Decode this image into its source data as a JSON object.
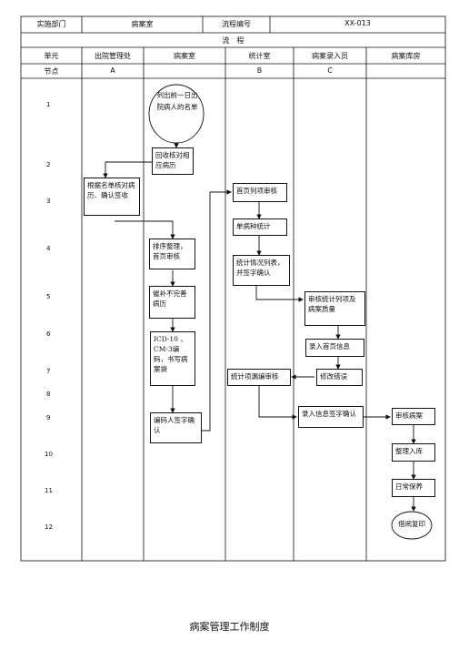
{
  "header": {
    "dept_label": "实施部门",
    "dept_value": "病案室",
    "process_no_label": "流程编号",
    "process_no_value": "XX-013"
  },
  "section_title": "流　程",
  "columns": {
    "unit_label": "单元",
    "node_label": "节点",
    "lanes": [
      {
        "name": "出院管理处",
        "node": "A"
      },
      {
        "name": "病案室",
        "node": ""
      },
      {
        "name": "统计室",
        "node": "B"
      },
      {
        "name": "病案录入员",
        "node": "C"
      },
      {
        "name": "病案库房",
        "node": ""
      }
    ]
  },
  "steps": [
    "1",
    "2",
    "3",
    "4",
    "5",
    "6",
    "7",
    "8",
    "9",
    "10",
    "11",
    "12"
  ],
  "nodes": {
    "list_discharged": "列出前一日出院病人的名单",
    "collect_records": "回收核对相应病历",
    "check_list": "根据名单核对病历、确认签收",
    "sort_check": "排序整理，首页审核",
    "fill_incomplete": "催补不完善病历",
    "icd_coding": "ICD-10 、CM-3编码，书写病案袋",
    "coder_sign": "编码人签字确认",
    "front_page_review": "首页列项审核",
    "disease_stats": "单病种统计",
    "stats_report": "统计情况列表，并签字确认",
    "review_quality": "审核统计列项及病案质量",
    "enter_front_page": "录入首页信息",
    "fix_errors": "修改错误",
    "stats_miss_review": "统计项漏编审核",
    "entry_sign": "录入信息签字确认",
    "audit_case": "审核病案",
    "archive": "整理入库",
    "daily_keep": "日常保养",
    "borrow_copy": "借阅复印"
  },
  "caption": "病案管理工作制度"
}
